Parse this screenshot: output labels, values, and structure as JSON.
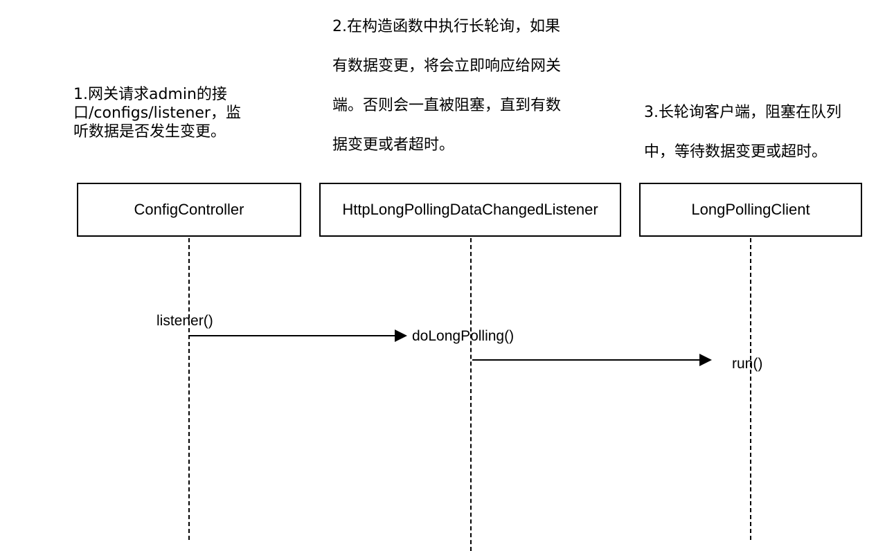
{
  "notes": {
    "note1": "1.网关请求admin的接\n口/configs/listener，监\n听数据是否发生变更。",
    "note2": "2.在构造函数中执行长轮询，如果\n有数据变更，将会立即响应给网关\n端。否则会一直被阻塞，直到有数\n据变更或者超时。",
    "note3": "3.长轮询客户端，阻塞在队列\n中，等待数据变更或超时。"
  },
  "participants": [
    "ConfigController",
    "HttpLongPollingDataChangedListener",
    "LongPollingClient"
  ],
  "messages": [
    "listener()",
    "doLongPolling()",
    "run()"
  ]
}
